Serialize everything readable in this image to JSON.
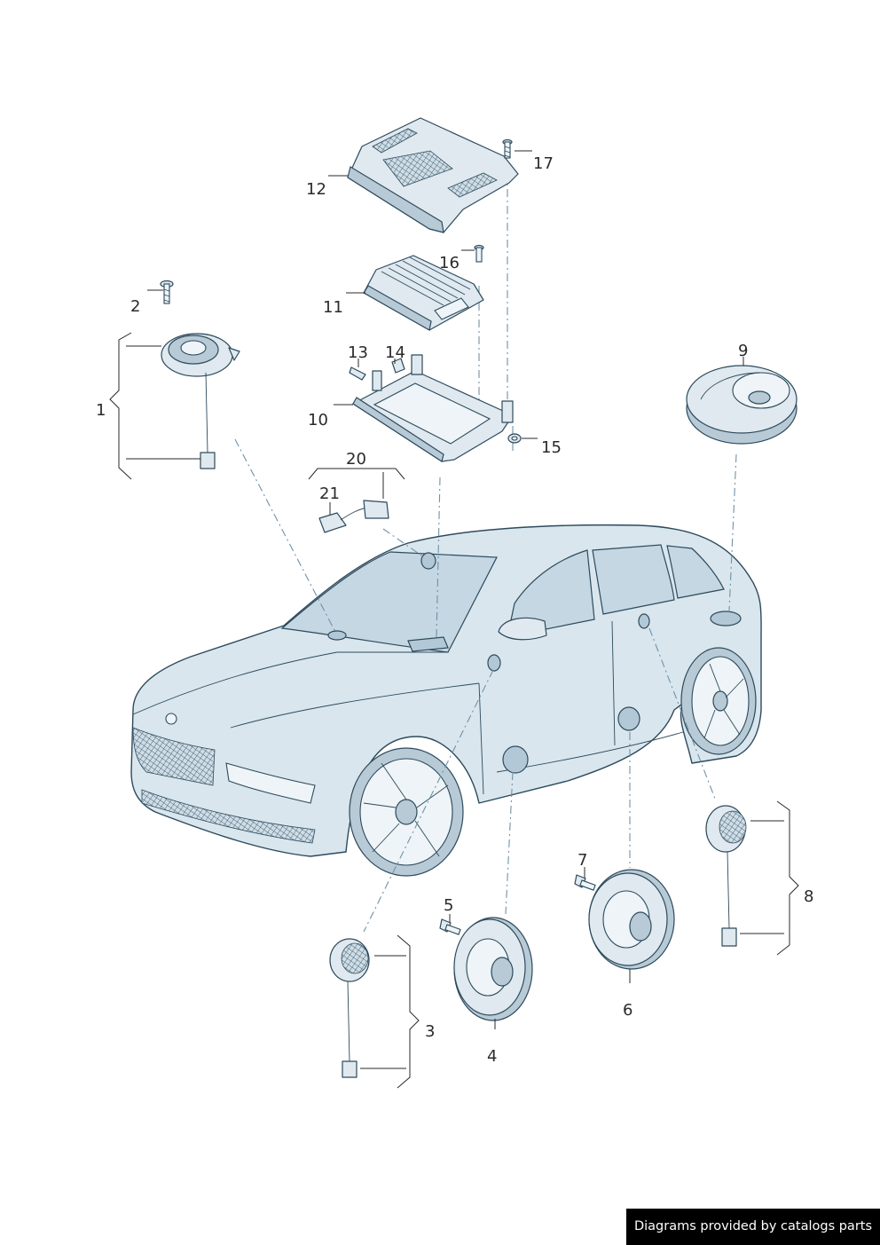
{
  "callouts": {
    "c1": "1",
    "c2": "2",
    "c3": "3",
    "c4": "4",
    "c5": "5",
    "c6": "6",
    "c7": "7",
    "c8": "8",
    "c9": "9",
    "c10": "10",
    "c11": "11",
    "c12": "12",
    "c13": "13",
    "c14": "14",
    "c15": "15",
    "c16": "16",
    "c17": "17",
    "c20": "20",
    "c21": "21"
  },
  "footer": {
    "credit": "Diagrams provided by catalogs parts"
  },
  "colors": {
    "line": "#2d4a5c",
    "fill": "#dfe9ef",
    "dash": "#6f92a8",
    "badge": "#000000"
  }
}
